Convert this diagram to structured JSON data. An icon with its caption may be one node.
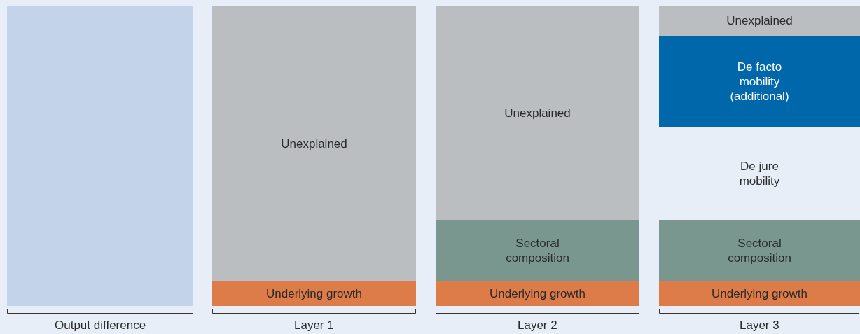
{
  "diagram": {
    "nodes": [
      {
        "text": [],
        "shape": "bar"
      },
      {
        "text": [
          "Unexplained"
        ]
      },
      {
        "text": [
          "Underlying growth"
        ]
      },
      {
        "text": [
          "Unexplained"
        ]
      },
      {
        "text": [
          "Sectoral composition"
        ]
      },
      {
        "text": [
          "Underlying growth"
        ]
      },
      {
        "text": [
          "Unexplained"
        ]
      },
      {
        "text": [
          "De facto mobility (additional)"
        ]
      },
      {
        "text": [
          "De jure mobility"
        ]
      },
      {
        "text": [
          "Sectoral composition"
        ]
      },
      {
        "text": [
          "Underlying growth"
        ]
      }
    ],
    "edges": [],
    "labels": [
      "Output difference",
      "Layer 1",
      "Layer 2",
      "Layer 3"
    ]
  }
}
